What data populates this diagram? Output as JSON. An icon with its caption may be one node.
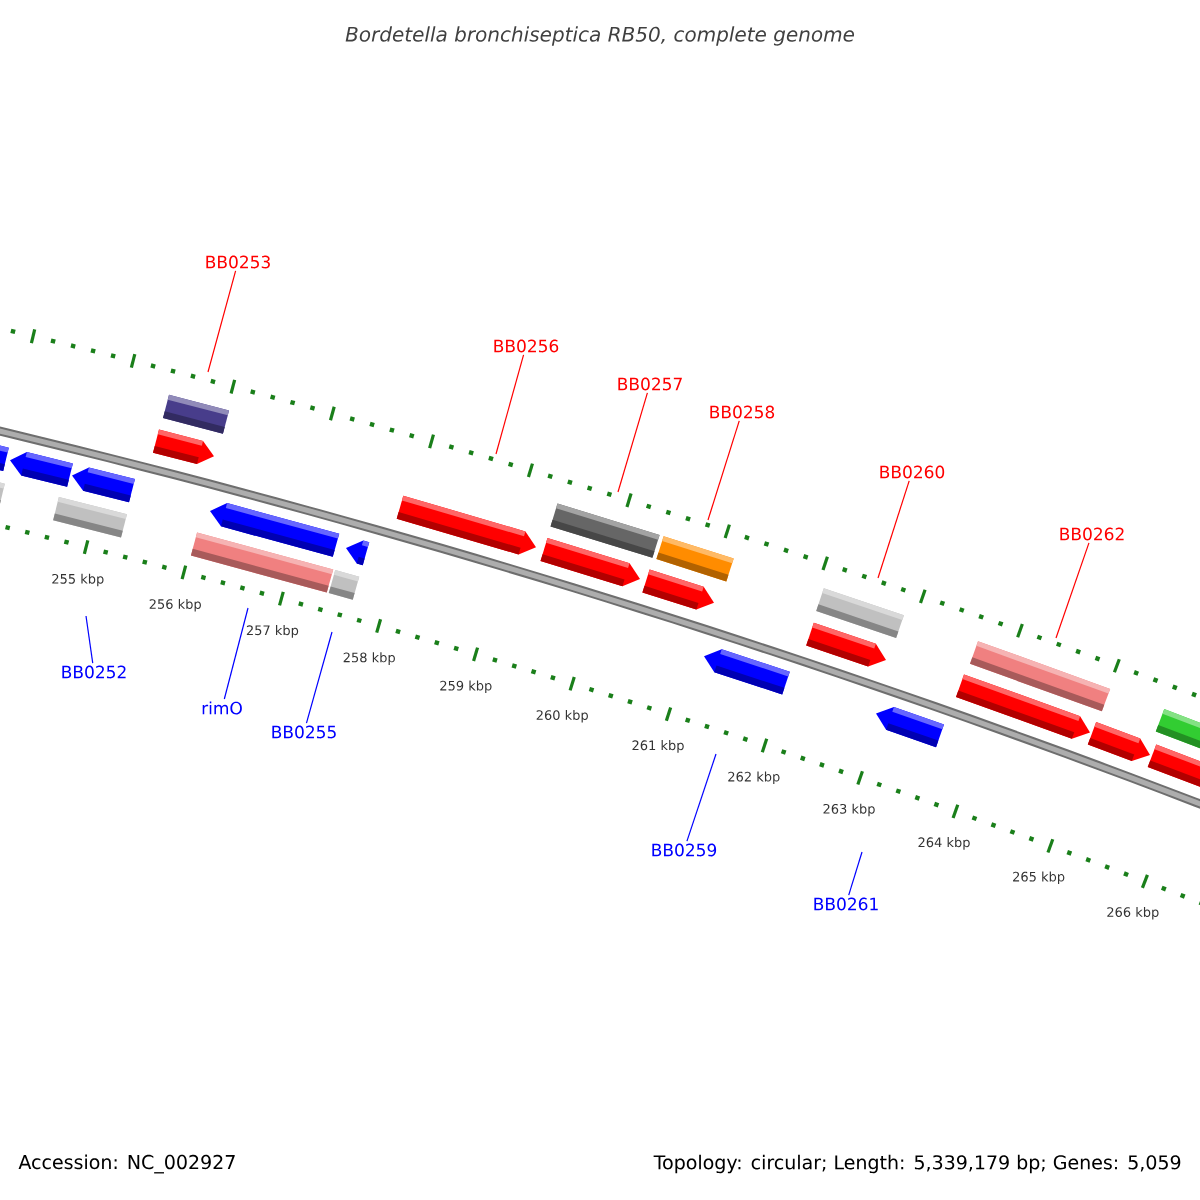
{
  "diagram": {
    "title": "Bordetella bronchiseptica RB50, complete genome",
    "nodes": [
      {
        "text": [
          "BB0253"
        ]
      },
      {
        "text": [
          "BB0256"
        ]
      },
      {
        "text": [
          "BB0257"
        ]
      },
      {
        "text": [
          "BB0258"
        ]
      },
      {
        "text": [
          "BB0260"
        ]
      },
      {
        "text": [
          "BB0262"
        ]
      },
      {
        "text": [
          "BB0252"
        ]
      },
      {
        "text": [
          "rimO"
        ]
      },
      {
        "text": [
          "BB0255"
        ]
      },
      {
        "text": [
          "BB0259"
        ]
      },
      {
        "text": [
          "BB0261"
        ]
      }
    ],
    "edges": [
      {
        "from": 0,
        "to": null,
        "arrow": "none"
      },
      {
        "from": 1,
        "to": null,
        "arrow": "none"
      },
      {
        "from": 2,
        "to": null,
        "arrow": "none"
      },
      {
        "from": 3,
        "to": null,
        "arrow": "none"
      },
      {
        "from": 4,
        "to": null,
        "arrow": "none"
      },
      {
        "from": 5,
        "to": null,
        "arrow": "none"
      },
      {
        "from": 6,
        "to": null,
        "arrow": "none",
        "color": "#0000ff"
      },
      {
        "from": 7,
        "to": null,
        "arrow": "none",
        "color": "#0000ff"
      },
      {
        "from": 8,
        "to": null,
        "arrow": "none",
        "color": "#0000ff"
      },
      {
        "from": 9,
        "to": null,
        "arrow": "none",
        "color": "#0000ff"
      },
      {
        "from": 10,
        "to": null,
        "arrow": "none",
        "color": "#0000ff"
      }
    ],
    "labels": [
      "255 kbp",
      "256 kbp",
      "257 kbp",
      "258 kbp",
      "259 kbp",
      "260 kbp",
      "261 kbp",
      "262 kbp",
      "263 kbp",
      "264 kbp",
      "265 kbp",
      "266 kbp",
      "Accession: NC_002927",
      "Topology: circular; Length: 5,339,179 bp; Genes: 5,059"
    ]
  }
}
